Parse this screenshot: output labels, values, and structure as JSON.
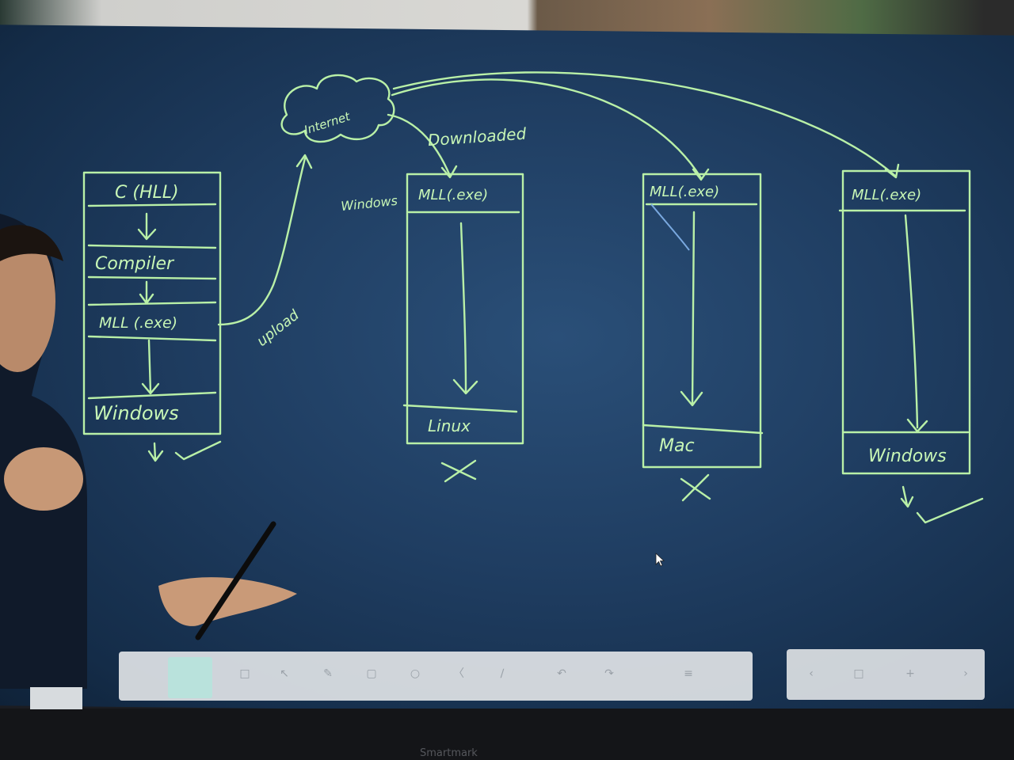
{
  "diagram": {
    "nodes": {
      "internet": "Internet",
      "source": "C (HLL)",
      "compiler": "Compiler",
      "mll_source": "MLL (.exe)",
      "windows_source": "Windows",
      "mll_linux": "MLL(.exe)",
      "linux": "Linux",
      "mll_mac": "MLL(.exe)",
      "mac": "Mac",
      "mll_windows": "MLL(.exe)",
      "windows_target": "Windows"
    },
    "edge_labels": {
      "upload": "upload",
      "downloaded": "Downloaded",
      "windows_note": "Windows"
    },
    "marks": {
      "check": "✓",
      "cross": "✕"
    },
    "colors": {
      "chalk": "#b9f0a7",
      "board": "#1f3d61"
    }
  },
  "ui": {
    "brand": "Smartmark"
  }
}
